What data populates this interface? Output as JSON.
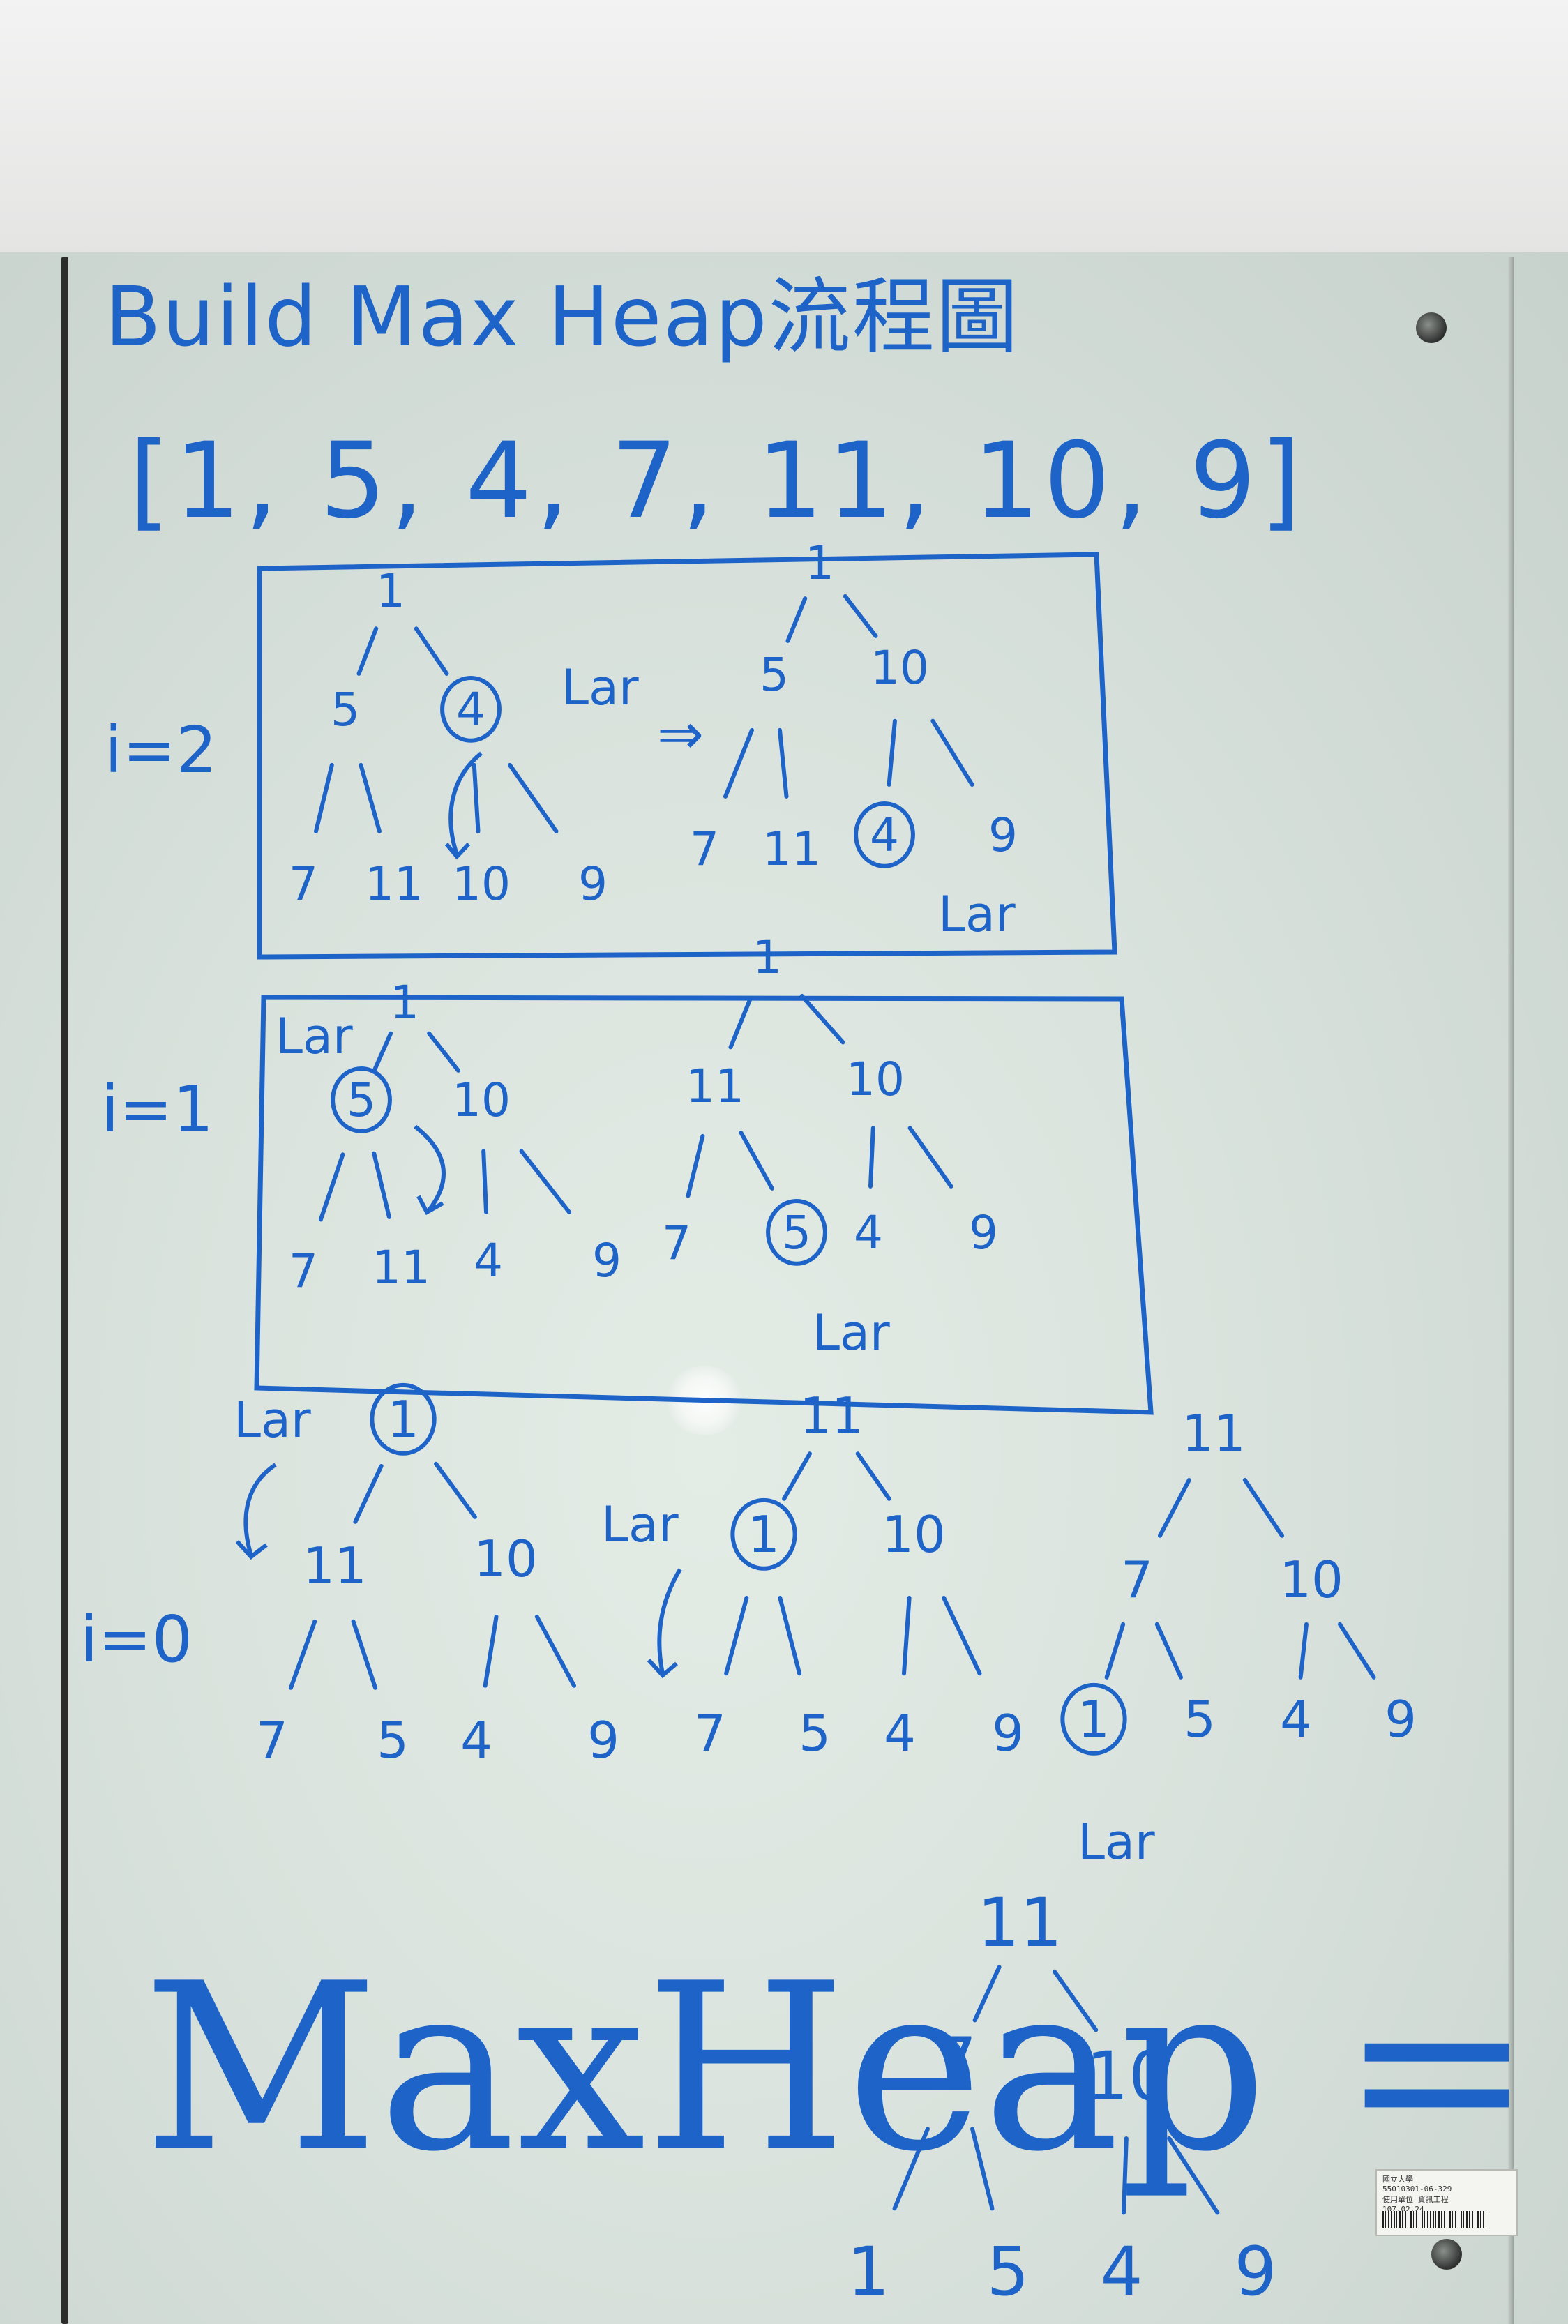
{
  "title": "Build Max Heap流程圖",
  "array": "[1, 5, 4, 7, 11, 10, 9]",
  "step_labels": [
    "i=2",
    "i=1",
    "i=0"
  ],
  "larger_tag": "Lar",
  "arrow": "⇒",
  "final_label": "MaxHeap =",
  "trees": {
    "i2_before": [
      "1",
      "5",
      "4",
      "7",
      "11",
      "10",
      "9"
    ],
    "i2_after": [
      "1",
      "5",
      "10",
      "7",
      "11",
      "4",
      "9"
    ],
    "i1_before": [
      "1",
      "5",
      "10",
      "7",
      "11",
      "4",
      "9"
    ],
    "i1_after": [
      "1",
      "11",
      "10",
      "7",
      "5",
      "4",
      "9"
    ],
    "i0_a": [
      "1",
      "11",
      "10",
      "7",
      "5",
      "4",
      "9"
    ],
    "i0_b": [
      "11",
      "1",
      "10",
      "7",
      "5",
      "4",
      "9"
    ],
    "i0_c": [
      "11",
      "7",
      "10",
      "1",
      "5",
      "4",
      "9"
    ],
    "final": [
      "11",
      "7",
      "10",
      "1",
      "5",
      "4",
      "9"
    ]
  },
  "circled": {
    "i2_before": "4",
    "i2_after": "4",
    "i1_before": "5",
    "i1_after": "5",
    "i0_a": "1",
    "i0_b": "1",
    "i0_c": "1"
  },
  "sticker_lines": [
    "國立大學",
    "55010301-06-329",
    "使用單位 資訊工程",
    "107.02.24"
  ],
  "colors": {
    "ink": "#1d63c8",
    "board": "#dde5df",
    "frame": "#2c2c2a"
  }
}
